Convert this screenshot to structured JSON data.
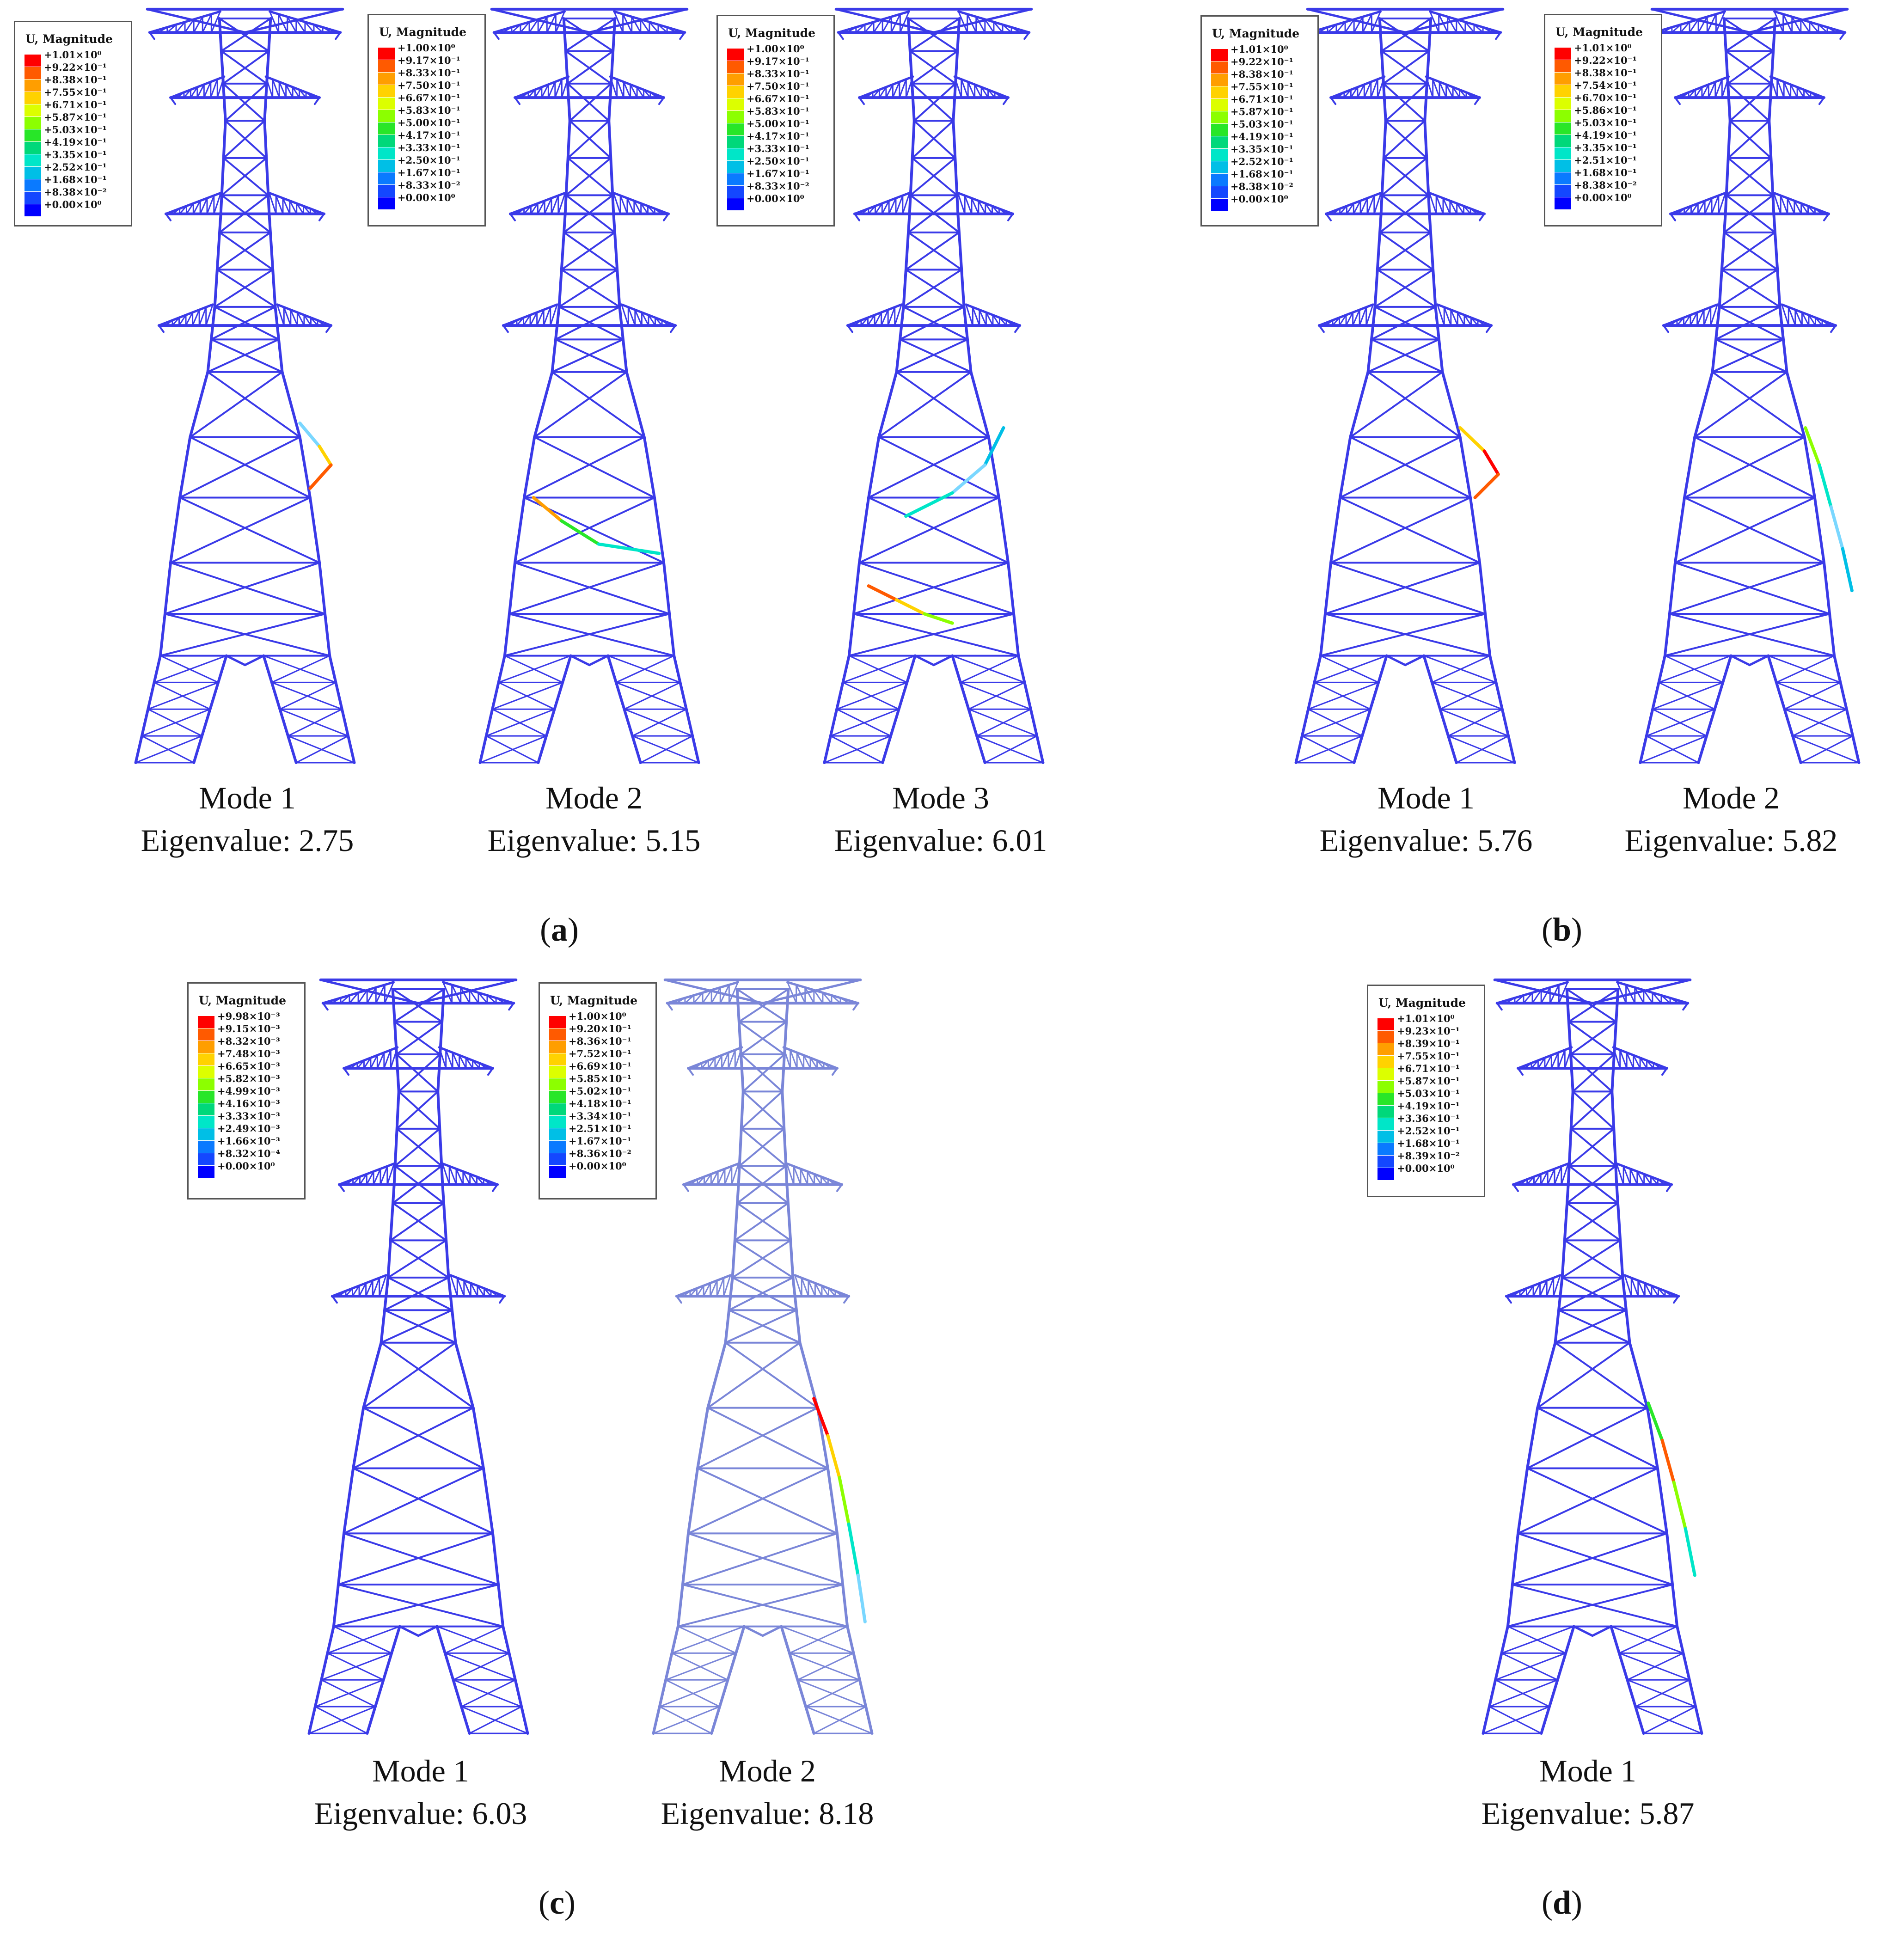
{
  "colors": {
    "tower": "#3a3ae8",
    "tower_faded": "#7a86d8",
    "legend_scale": [
      "#ff0000",
      "#ff5a00",
      "#ff9e00",
      "#ffd200",
      "#dcff00",
      "#8cff00",
      "#28e628",
      "#00d87a",
      "#00e6c8",
      "#00bfe6",
      "#0a7aff",
      "#1447ff",
      "#0000ff"
    ]
  },
  "panels": [
    {
      "label": "a",
      "modes": [
        {
          "caption_mode": "Mode 1",
          "caption_eig": "Eigenvalue: 2.75",
          "legend": {
            "title": "U, Magnitude",
            "values": [
              "+1.01×10⁰",
              "+9.22×10⁻¹",
              "+8.38×10⁻¹",
              "+7.55×10⁻¹",
              "+6.71×10⁻¹",
              "+5.87×10⁻¹",
              "+5.03×10⁻¹",
              "+4.19×10⁻¹",
              "+3.35×10⁻¹",
              "+2.52×10⁻¹",
              "+1.68×10⁻¹",
              "+8.38×10⁻²",
              "+0.00×10⁰"
            ]
          }
        },
        {
          "caption_mode": "Mode 2",
          "caption_eig": "Eigenvalue: 5.15",
          "legend": {
            "title": "U, Magnitude",
            "values": [
              "+1.00×10⁰",
              "+9.17×10⁻¹",
              "+8.33×10⁻¹",
              "+7.50×10⁻¹",
              "+6.67×10⁻¹",
              "+5.83×10⁻¹",
              "+5.00×10⁻¹",
              "+4.17×10⁻¹",
              "+3.33×10⁻¹",
              "+2.50×10⁻¹",
              "+1.67×10⁻¹",
              "+8.33×10⁻²",
              "+0.00×10⁰"
            ]
          }
        },
        {
          "caption_mode": "Mode 3",
          "caption_eig": "Eigenvalue: 6.01",
          "legend": {
            "title": "U, Magnitude",
            "values": [
              "+1.00×10⁰",
              "+9.17×10⁻¹",
              "+8.33×10⁻¹",
              "+7.50×10⁻¹",
              "+6.67×10⁻¹",
              "+5.83×10⁻¹",
              "+5.00×10⁻¹",
              "+4.17×10⁻¹",
              "+3.33×10⁻¹",
              "+2.50×10⁻¹",
              "+1.67×10⁻¹",
              "+8.33×10⁻²",
              "+0.00×10⁰"
            ]
          }
        }
      ]
    },
    {
      "label": "b",
      "modes": [
        {
          "caption_mode": "Mode 1",
          "caption_eig": "Eigenvalue: 5.76",
          "legend": {
            "title": "U, Magnitude",
            "values": [
              "+1.01×10⁰",
              "+9.22×10⁻¹",
              "+8.38×10⁻¹",
              "+7.55×10⁻¹",
              "+6.71×10⁻¹",
              "+5.87×10⁻¹",
              "+5.03×10⁻¹",
              "+4.19×10⁻¹",
              "+3.35×10⁻¹",
              "+2.52×10⁻¹",
              "+1.68×10⁻¹",
              "+8.38×10⁻²",
              "+0.00×10⁰"
            ]
          }
        },
        {
          "caption_mode": "Mode 2",
          "caption_eig": "Eigenvalue: 5.82",
          "legend": {
            "title": "U, Magnitude",
            "values": [
              "+1.01×10⁰",
              "+9.22×10⁻¹",
              "+8.38×10⁻¹",
              "+7.54×10⁻¹",
              "+6.70×10⁻¹",
              "+5.86×10⁻¹",
              "+5.03×10⁻¹",
              "+4.19×10⁻¹",
              "+3.35×10⁻¹",
              "+2.51×10⁻¹",
              "+1.68×10⁻¹",
              "+8.38×10⁻²",
              "+0.00×10⁰"
            ]
          }
        }
      ]
    },
    {
      "label": "c",
      "modes": [
        {
          "caption_mode": "Mode 1",
          "caption_eig": "Eigenvalue: 6.03",
          "legend": {
            "title": "U, Magnitude",
            "values": [
              "+9.98×10⁻³",
              "+9.15×10⁻³",
              "+8.32×10⁻³",
              "+7.48×10⁻³",
              "+6.65×10⁻³",
              "+5.82×10⁻³",
              "+4.99×10⁻³",
              "+4.16×10⁻³",
              "+3.33×10⁻³",
              "+2.49×10⁻³",
              "+1.66×10⁻³",
              "+8.32×10⁻⁴",
              "+0.00×10⁰"
            ]
          }
        },
        {
          "caption_mode": "Mode 2",
          "caption_eig": "Eigenvalue: 8.18",
          "legend": {
            "title": "U, Magnitude",
            "values": [
              "+1.00×10⁰",
              "+9.20×10⁻¹",
              "+8.36×10⁻¹",
              "+7.52×10⁻¹",
              "+6.69×10⁻¹",
              "+5.85×10⁻¹",
              "+5.02×10⁻¹",
              "+4.18×10⁻¹",
              "+3.34×10⁻¹",
              "+2.51×10⁻¹",
              "+1.67×10⁻¹",
              "+8.36×10⁻²",
              "+0.00×10⁰"
            ]
          }
        }
      ]
    },
    {
      "label": "d",
      "modes": [
        {
          "caption_mode": "Mode 1",
          "caption_eig": "Eigenvalue: 5.87",
          "legend": {
            "title": "U, Magnitude",
            "values": [
              "+1.01×10⁰",
              "+9.23×10⁻¹",
              "+8.39×10⁻¹",
              "+7.55×10⁻¹",
              "+6.71×10⁻¹",
              "+5.87×10⁻¹",
              "+5.03×10⁻¹",
              "+4.19×10⁻¹",
              "+3.36×10⁻¹",
              "+2.52×10⁻¹",
              "+1.68×10⁻¹",
              "+8.39×10⁻²",
              "+0.00×10⁰"
            ]
          }
        }
      ]
    }
  ]
}
